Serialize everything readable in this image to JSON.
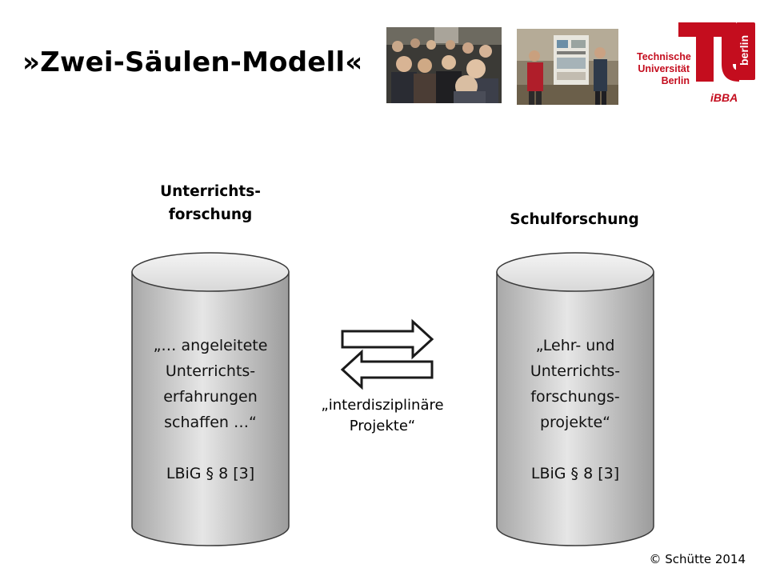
{
  "slide": {
    "title": "»Zwei-Säulen-Modell«",
    "copyright": "© Schütte 2014"
  },
  "logo": {
    "lines": [
      "Technische",
      "Universität",
      "Berlin"
    ],
    "vertical": "berlin",
    "sub": "iBBA",
    "color": "#c40d1e"
  },
  "columns": [
    {
      "heading": [
        "Unterrichts-",
        "forschung"
      ],
      "text": [
        "„… angeleitete",
        "Unterrichts-",
        "erfahrungen",
        "schaffen …“"
      ],
      "ref": "LBiG § 8 [3]"
    },
    {
      "heading": [
        "Schulforschung"
      ],
      "text": [
        "„Lehr- und",
        "Unterrichts-",
        "forschungs-",
        "projekte“"
      ],
      "ref": "LBiG § 8 [3]"
    }
  ],
  "middle": {
    "label": [
      "„interdisziplinäre",
      "Projekte“"
    ]
  }
}
